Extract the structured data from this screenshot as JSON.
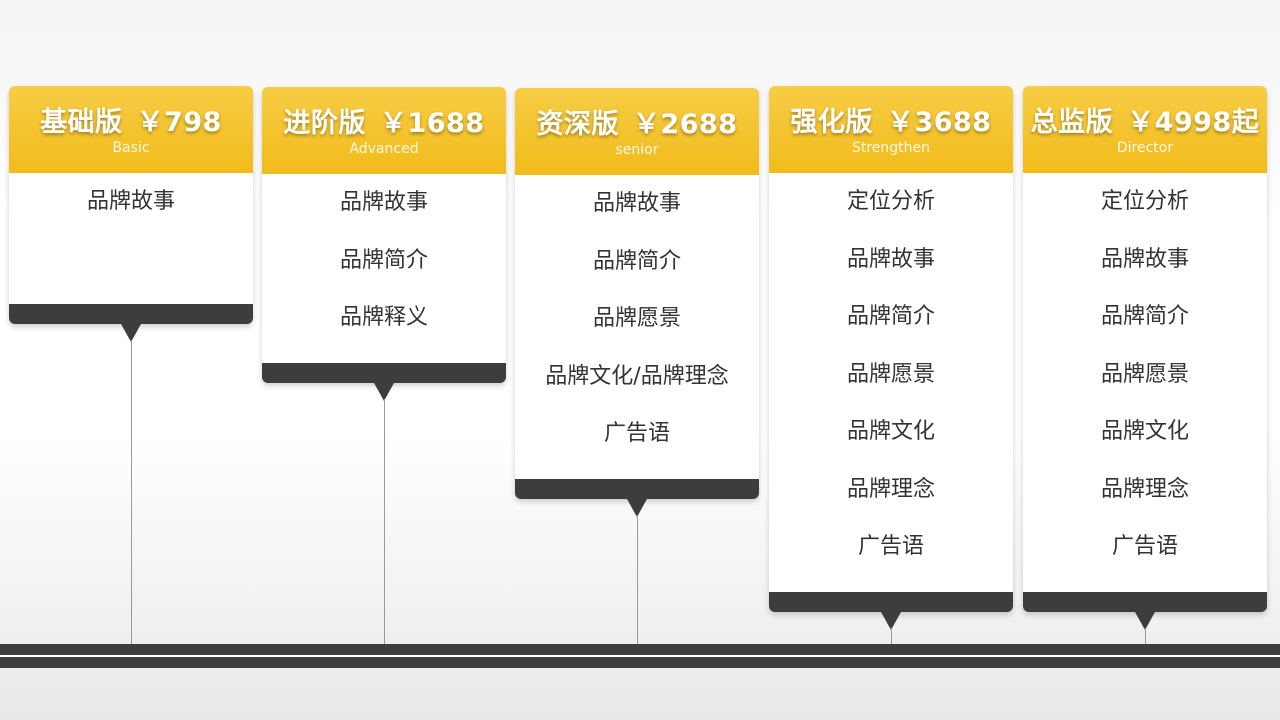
{
  "plans": [
    {
      "name": "基础版",
      "price": "￥798",
      "subtitle": "Basic",
      "items": [
        "品牌故事"
      ]
    },
    {
      "name": "进阶版",
      "price": "￥1688",
      "subtitle": "Advanced",
      "items": [
        "品牌故事",
        "品牌简介",
        "品牌释义"
      ]
    },
    {
      "name": "资深版",
      "price": "￥2688",
      "subtitle": "senior",
      "items": [
        "品牌故事",
        "品牌简介",
        "品牌愿景",
        "品牌文化/品牌理念",
        "广告语"
      ]
    },
    {
      "name": "强化版",
      "price": "￥3688",
      "subtitle": "Strengthen",
      "items": [
        "定位分析",
        "品牌故事",
        "品牌简介",
        "品牌愿景",
        "品牌文化",
        "品牌理念",
        "广告语"
      ]
    },
    {
      "name": "总监版",
      "price": "￥4998起",
      "subtitle": "Director",
      "items": [
        "定位分析",
        "品牌故事",
        "品牌简介",
        "品牌愿景",
        "品牌文化",
        "品牌理念",
        "广告语"
      ]
    }
  ],
  "colors": {
    "header": "#f1bb1a",
    "footer": "#3d3d3d",
    "text": "#333333"
  }
}
